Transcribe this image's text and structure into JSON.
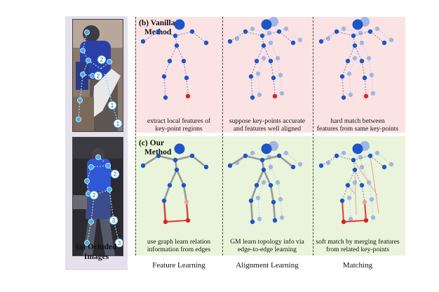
{
  "panel_a": {
    "caption_line1": "(a) Ocluded",
    "caption_line2": "Images"
  },
  "panel_b": {
    "title_line1": "(b) Vanilla",
    "title_line2": "Method"
  },
  "panel_c": {
    "title_line1": "(c) Our",
    "title_line2": "Method"
  },
  "captions_b": [
    {
      "line1": "extract local features of",
      "line2": "key-point regions"
    },
    {
      "line1": "suppose key-points accurate",
      "line2": "and features well aligned"
    },
    {
      "line1": "hard match between",
      "line2": "features from same key-points"
    }
  ],
  "captions_c": [
    {
      "line1": "use graph learn relation",
      "line2": "information from edges"
    },
    {
      "line1": "GM learn topology info via",
      "line2": "edge-to-edge learning"
    },
    {
      "line1": "soft match by merging features",
      "line2": "from related key-points"
    }
  ],
  "columns": [
    "Feature Learning",
    "Alignment Learning",
    "Matching"
  ],
  "photo_markers": {
    "top": [
      "2",
      "2",
      "1",
      "1"
    ],
    "bottom": [
      "2",
      "2",
      "3",
      "3"
    ]
  },
  "colors": {
    "keypoint": "#1b55c9",
    "keypoint_faded": "#9fb6e6",
    "occluded_point": "#dd2222",
    "band_vanilla": "#fbe3e3",
    "band_ours": "#e9f4da"
  }
}
